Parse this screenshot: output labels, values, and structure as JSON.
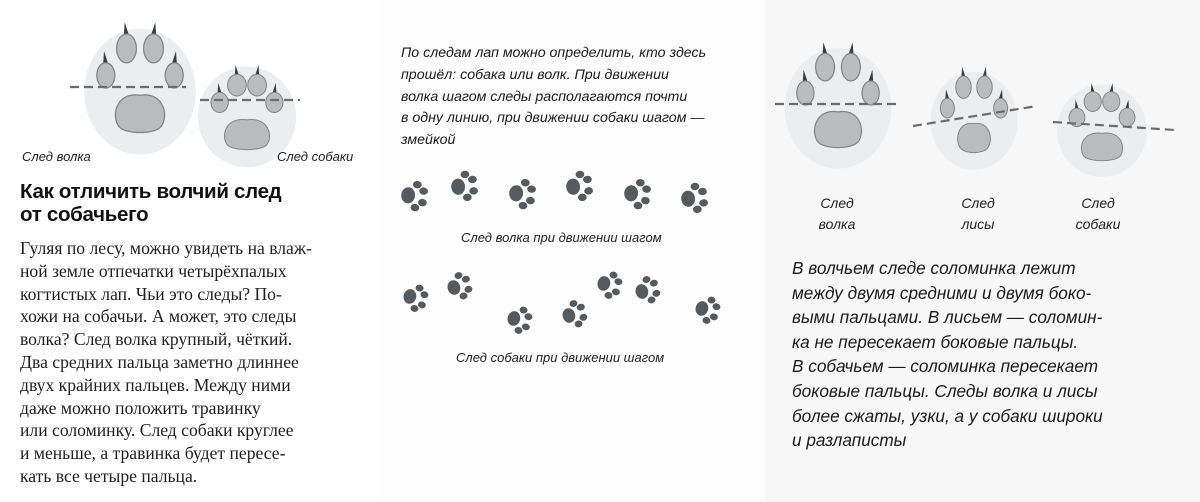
{
  "left": {
    "captions": {
      "wolf": "След волка",
      "dog": "След собаки"
    },
    "heading_lines": [
      "Как отличить волчий след",
      "от собачьего"
    ],
    "body_lines": [
      "Гуляя по лесу, можно увидеть на влаж-",
      "ной земле отпечатки четырёхпалых",
      "когтистых лап. Чьи это следы? По-",
      "хожи на собачьи. А может, это следы",
      "волка? След волка крупный, чёткий.",
      "Два средних пальца заметно длиннее",
      "двух крайних пальцев. Между ними",
      "даже можно положить травинку",
      "или соломинку. След собаки круглее",
      "и меньше, а травинка будет пересе-",
      "кать все четыре пальца."
    ]
  },
  "middle": {
    "intro_lines": [
      "По следам лап можно определить, кто здесь",
      "прошёл: собака или волк. При движении",
      "волка шагом следы располагаются почти",
      "в одну линию, при движении собаки шагом —",
      "змейкой"
    ],
    "wolf_trail_caption": "След волка при движении шагом",
    "dog_trail_caption": "След собаки при движении шагом"
  },
  "right": {
    "captions": {
      "wolf": [
        "След",
        "волка"
      ],
      "fox": [
        "След",
        "лисы"
      ],
      "dog": [
        "След",
        "собаки"
      ]
    },
    "text_lines": [
      "В волчьем следе соломинка лежит",
      "между двумя средними и двумя боко-",
      "выми пальцами. В лисьем — соломин-",
      "ка не пересекает боковые пальцы.",
      "В собачьем — соломинка пересекает",
      "боковые пальцы. Следы волка и лисы",
      "более сжаты, узки, а у собаки широки",
      "и разлаписты"
    ]
  },
  "colors": {
    "paw_fill": "#b9bcbf",
    "paw_stroke": "#7f8387",
    "paw_halo": "#ecedee",
    "claw": "#3a3d40",
    "straw_line": "#6c6c6c",
    "track_print": "#555a5e"
  },
  "icons": [
    "wolf-paw-icon",
    "dog-paw-icon",
    "fox-paw-icon",
    "paw-track-icon"
  ]
}
